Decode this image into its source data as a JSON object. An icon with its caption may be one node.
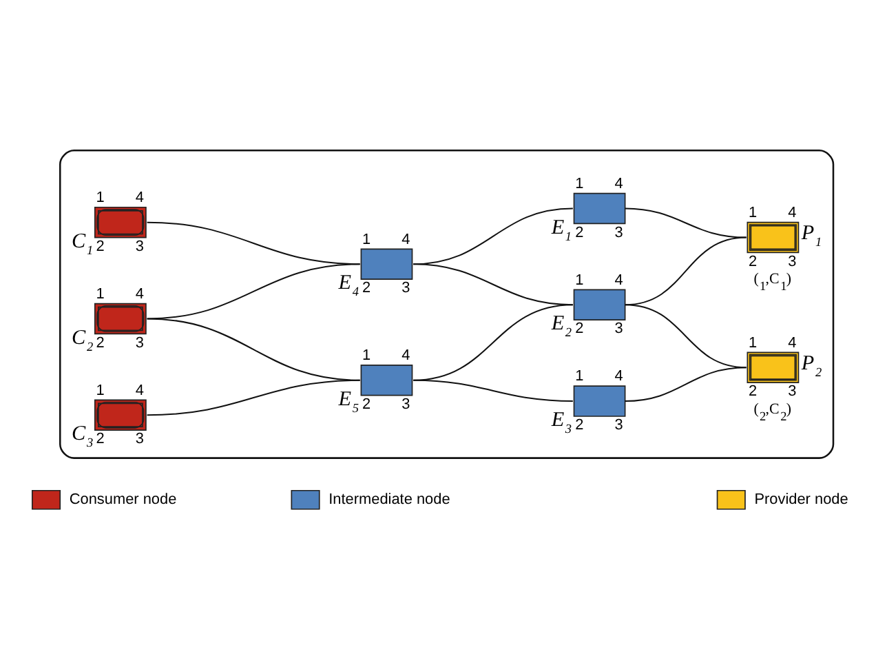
{
  "diagram": {
    "nodes": [
      {
        "text": [],
        "shape": "cloud"
      },
      {
        "text": [
          "C$_{1}$"
        ],
        "beside": [
          "1",
          "4",
          "2",
          "3"
        ],
        "in": 0
      },
      {
        "text": [
          "C$_{2}$"
        ],
        "beside": [
          "1",
          "4",
          "2",
          "3"
        ],
        "in": 0
      },
      {
        "text": [
          "C$_{3}$"
        ],
        "beside": [
          "1",
          "4",
          "2",
          "3"
        ],
        "in": 0
      },
      {
        "text": [
          "E$_{4}$"
        ],
        "beside": [
          "1",
          "4",
          "2",
          "3"
        ],
        "in": 0
      },
      {
        "text": [
          "E$_{5}$"
        ],
        "beside": [
          "1",
          "4",
          "2",
          "3"
        ],
        "in": 0
      },
      {
        "text": [
          "E$_{1}$"
        ],
        "beside": [
          "1",
          "4",
          "2",
          "3"
        ],
        "in": 0
      },
      {
        "text": [
          "E$_{2}$"
        ],
        "beside": [
          "1",
          "4",
          "2",
          "3"
        ],
        "in": 0
      },
      {
        "text": [
          "E$_{3}$"
        ],
        "beside": [
          "1",
          "4",
          "2",
          "3"
        ],
        "in": 0
      },
      {
        "text": [
          "P$_{1}$"
        ],
        "beside": [
          "1",
          "4",
          "2",
          "3",
          "($_{1}$,C$_{1}$)"
        ],
        "in": 0
      },
      {
        "text": [
          "P$_{2}$"
        ],
        "beside": [
          "1",
          "4",
          "2",
          "3",
          "($_{2}$,C$_{2}$)"
        ],
        "in": 0
      }
    ],
    "edges": [
      {
        "from": 1,
        "to": 4,
        "arrow": "none"
      },
      {
        "from": 2,
        "to": 4,
        "arrow": "none"
      },
      {
        "from": 2,
        "to": 5,
        "arrow": "none"
      },
      {
        "from": 3,
        "to": 5,
        "arrow": "none"
      },
      {
        "from": 4,
        "to": 6,
        "arrow": "none"
      },
      {
        "from": 4,
        "to": 7,
        "arrow": "none"
      },
      {
        "from": 5,
        "to": 7,
        "arrow": "none"
      },
      {
        "from": 5,
        "to": 8,
        "arrow": "none"
      },
      {
        "from": 6,
        "to": 9,
        "arrow": "none"
      },
      {
        "from": 7,
        "to": 9,
        "arrow": "none"
      },
      {
        "from": 7,
        "to": 10,
        "arrow": "none"
      },
      {
        "from": 8,
        "to": 10,
        "arrow": "none"
      }
    ],
    "legend": [
      {
        "text": "Consumer node",
        "color": "#c0261b"
      },
      {
        "text": "Intermediate node",
        "color": "#4f81bd"
      },
      {
        "text": "Provider node",
        "color": "#f9c21a"
      }
    ]
  }
}
